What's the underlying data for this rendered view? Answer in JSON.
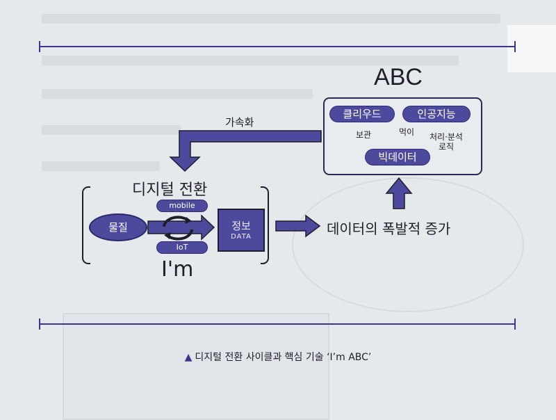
{
  "diagram": {
    "abc_title": "ABC",
    "cloud": "클리우드",
    "ai": "인공지능",
    "bigdata": "빅데이터",
    "store": "보관",
    "feed": "먹이",
    "process_line1": "처리·분석",
    "process_line2": "로직",
    "accelerate": "가속화",
    "digital_title": "디지털 전환",
    "mobile": "mobile",
    "iot": "IoT",
    "material": "물질",
    "info": "정보",
    "info_sub": "DATA",
    "im": "I'm",
    "explosion": "데이터의 폭발적 증가"
  },
  "caption": {
    "marker": "▲",
    "text": "디지털 전환 사이클과 핵심 기술 ‘I’m ABC’"
  },
  "colors": {
    "accent": "#4d4a9e",
    "rule": "#3a3790",
    "ink": "#1e1e2a"
  }
}
